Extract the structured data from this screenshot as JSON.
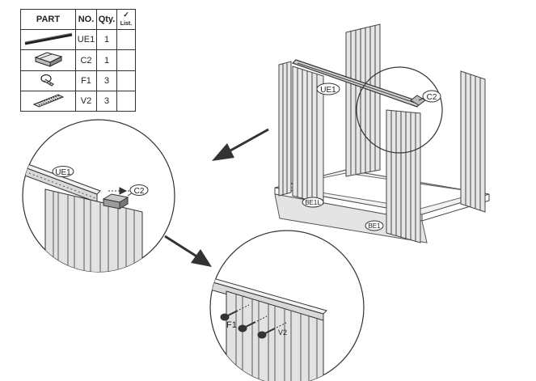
{
  "table": {
    "headers": {
      "part": "PART",
      "no": "NO.",
      "qty": "Qty.",
      "list": "List."
    },
    "rows": [
      {
        "icon": "rail-icon",
        "no": "UE1",
        "qty": "1"
      },
      {
        "icon": "corner-bracket-icon",
        "no": "C2",
        "qty": "1"
      },
      {
        "icon": "bolt-icon",
        "no": "F1",
        "qty": "3"
      },
      {
        "icon": "nut-pack-icon",
        "no": "V2",
        "qty": "3"
      }
    ]
  },
  "labels": {
    "main_rail": "UE1",
    "main_corner": "C2",
    "base_left": "BE1L",
    "base_front": "BE1",
    "detail1_rail": "UE1",
    "detail1_corner": "C2",
    "detail2_bolt": "F1",
    "detail2_nut": "V2"
  },
  "colors": {
    "line": "#333333",
    "panel": "#d6d6d6",
    "panel_dark": "#9a9a9a",
    "arrow": "#333333"
  }
}
